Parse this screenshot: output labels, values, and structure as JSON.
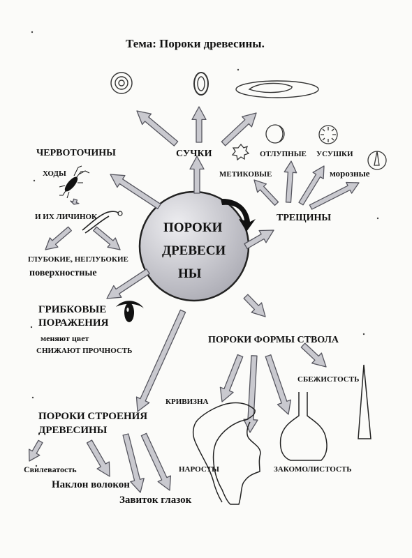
{
  "title": "Тема: Пороки древесины.",
  "center": {
    "line1": "ПОРОКИ",
    "line2": "ДРЕВЕСИ",
    "line3": "НЫ"
  },
  "chervotochiny": {
    "label": "ЧЕРВОТОЧИНЫ",
    "hody": "ХОДЫ",
    "lichinok": "И ИХ ЛИЧИНОК",
    "glubokie": "ГЛУБОКИЕ, НЕГЛУБОКИЕ",
    "poverh": "поверхностные"
  },
  "suchki": {
    "label": "СУЧКИ"
  },
  "treshchiny": {
    "label": "ТРЕЩИНЫ",
    "metikovye": "МЕТИКОВЫЕ",
    "otlupnye": "ОТЛУПНЫЕ",
    "usushki": "УСУШКИ",
    "moroznye": "морозные"
  },
  "gribkovye": {
    "line1": "ГРИБКОВЫЕ",
    "line2": "ПОРАЖЕНИЯ",
    "note1": "меняют цвет",
    "note2": "СНИЖАЮТ ПРОЧНОСТЬ"
  },
  "forma": {
    "label": "ПОРОКИ ФОРМЫ СТВОЛА",
    "krivizna": "КРИВИЗНА",
    "sbezhistost": "СБЕЖИСТОСТЬ",
    "narosty": "НАРОСТЫ",
    "zakomolistost": "ЗАКОМОЛИСТОСТЬ"
  },
  "stroenie": {
    "line1": "ПОРОКИ СТРОЕНИЯ",
    "line2": "ДРЕВЕСИНЫ",
    "svilevatost": "Свилеватость",
    "naklon": "Наклон волокон",
    "zavitok": "Завиток глазок"
  },
  "colors": {
    "arrow_fill": "#c9c9cf",
    "arrow_stroke": "#55555e",
    "circle_fill": "#d4d4da"
  }
}
